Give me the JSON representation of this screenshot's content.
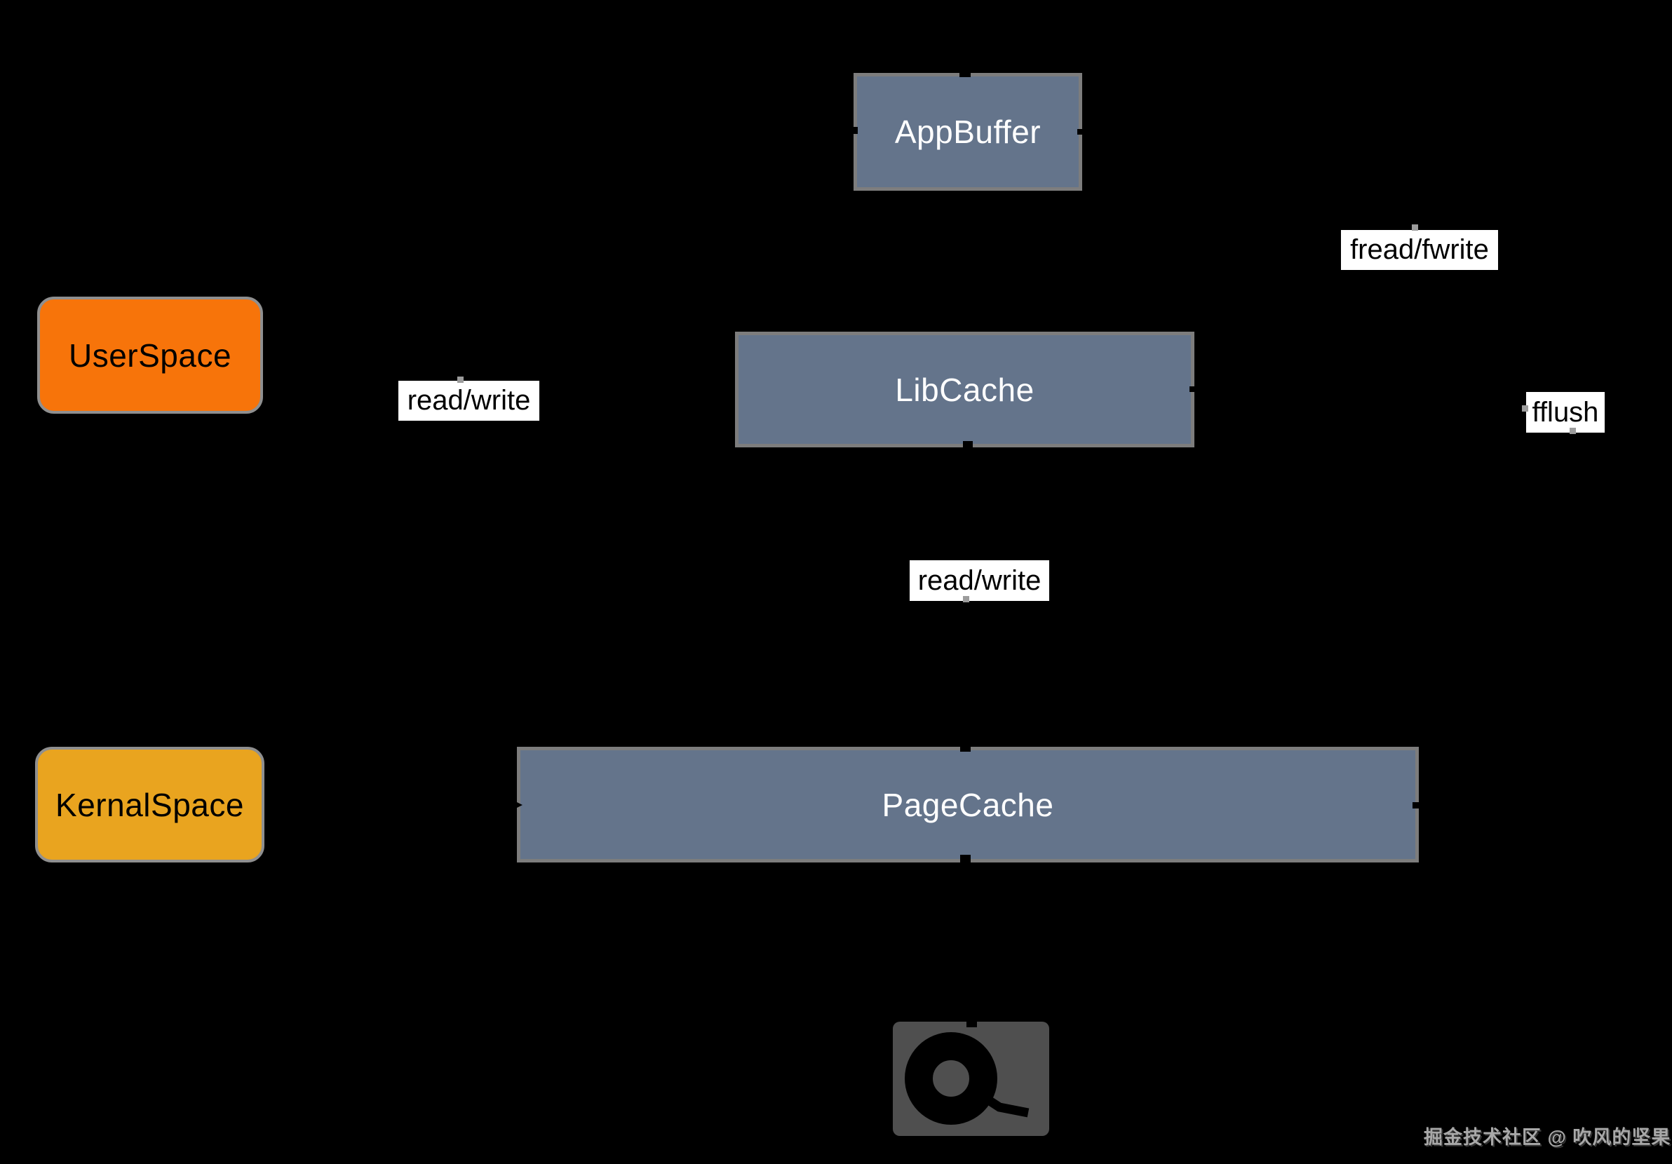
{
  "diagram": {
    "background_color": "#000000",
    "nodes": {
      "app_buffer": {
        "label": "AppBuffer",
        "fill": "#64748b",
        "text_color": "#ffffff",
        "shape": "rectangle"
      },
      "user_space": {
        "label": "UserSpace",
        "fill": "#f7740a",
        "text_color": "#000000",
        "shape": "rounded-rectangle"
      },
      "lib_cache": {
        "label": "LibCache",
        "fill": "#64748b",
        "text_color": "#ffffff",
        "shape": "rectangle"
      },
      "kernal_space": {
        "label": "KernalSpace",
        "fill": "#e9a41f",
        "text_color": "#000000",
        "shape": "rounded-rectangle"
      },
      "page_cache": {
        "label": "PageCache",
        "fill": "#64748b",
        "text_color": "#ffffff",
        "shape": "rectangle"
      }
    },
    "edge_labels": {
      "fread_fwrite": {
        "text": "fread/fwrite",
        "bg": "#ffffff",
        "text_color": "#000000"
      },
      "read_write_user": {
        "text": "read/write",
        "bg": "#ffffff",
        "text_color": "#000000"
      },
      "fflush": {
        "text": "fflush",
        "bg": "#ffffff",
        "text_color": "#000000"
      },
      "read_write_kernel": {
        "text": "read/write",
        "bg": "#ffffff",
        "text_color": "#000000"
      }
    },
    "icons": {
      "disk": {
        "name": "hard-disk-icon",
        "plate_color": "#4f4f4f",
        "glyph_color": "#000000"
      }
    },
    "watermark": {
      "text": "掘金技术社区 @ 吹风的坚果"
    }
  }
}
